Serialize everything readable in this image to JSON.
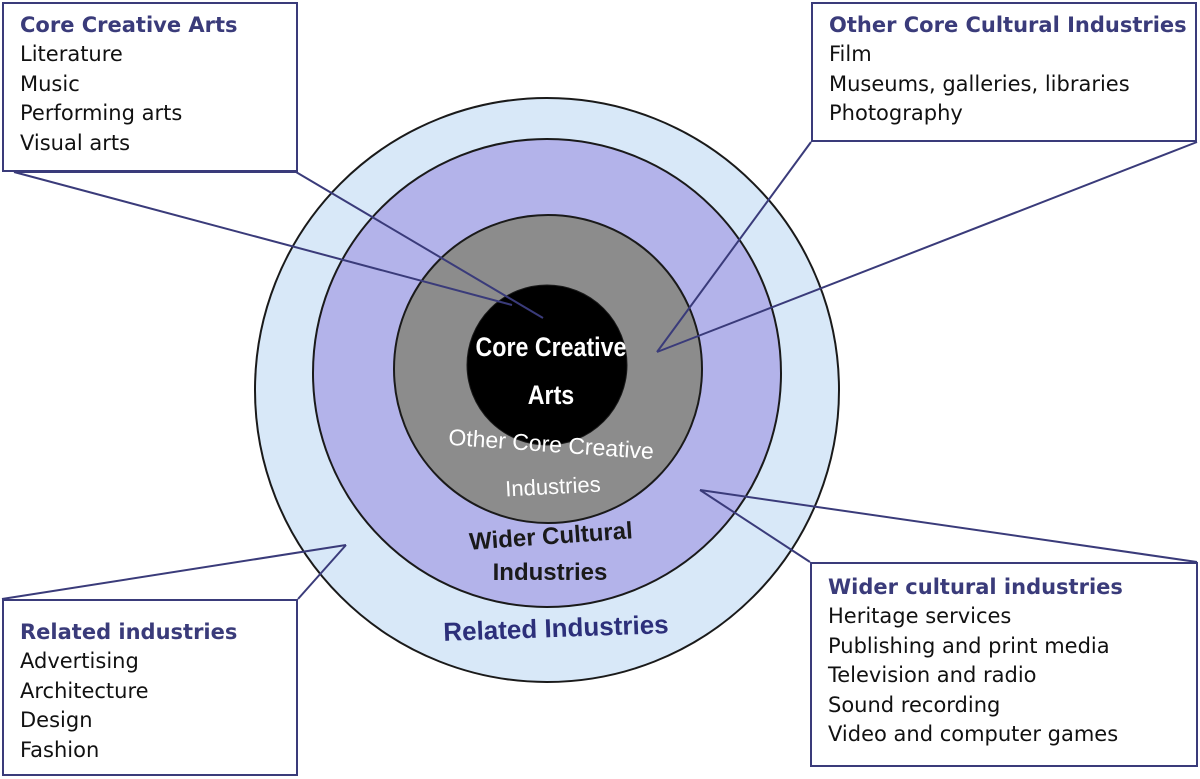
{
  "diagram": {
    "rings": {
      "core": {
        "label_line1": "Core Creative",
        "label_line2": "Arts",
        "fill": "#000000",
        "text_color": "#ffffff"
      },
      "other_core": {
        "label_line1": "Other Core Creative",
        "label_line2": "Industries",
        "fill": "#8c8c8c",
        "text_color": "#ffffff"
      },
      "wider": {
        "label_line1": "Wider Cultural",
        "label_line2": "Industries",
        "fill": "#b3b3ea",
        "text_color": "#1a1a1a"
      },
      "related": {
        "label": "Related Industries",
        "fill": "#d8e8f8",
        "text_color": "#2c2f7a"
      }
    },
    "outline_color": "#1a1a1a",
    "connector_color": "#3a3b7a"
  },
  "boxes": {
    "core_creative_arts": {
      "title": "Core Creative Arts",
      "items": [
        "Literature",
        "Music",
        "Performing arts",
        "Visual arts"
      ]
    },
    "other_core_cultural": {
      "title": "Other Core Cultural Industries",
      "items": [
        "Film",
        "Museums, galleries, libraries",
        "Photography"
      ]
    },
    "related_industries": {
      "title": "Related industries",
      "items": [
        "Advertising",
        "Architecture",
        "Design",
        "Fashion"
      ]
    },
    "wider_cultural": {
      "title": "Wider cultural industries",
      "items": [
        "Heritage services",
        "Publishing and print media",
        "Television and radio",
        "Sound recording",
        "Video and computer games"
      ]
    }
  }
}
